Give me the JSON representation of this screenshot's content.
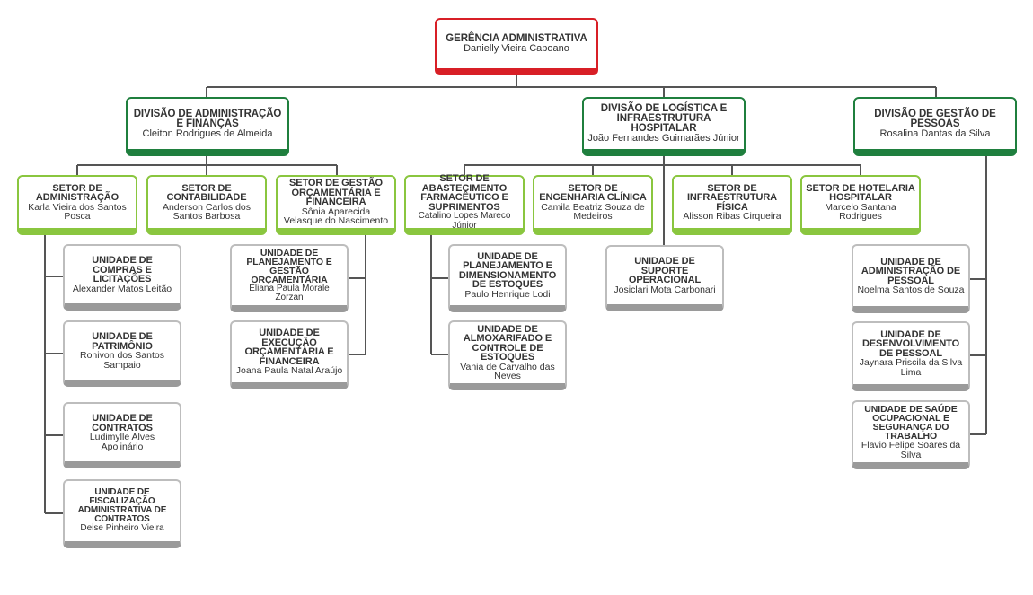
{
  "colors": {
    "gerencia": "#d81f26",
    "divisao": "#1f7f3e",
    "setor": "#8ac63f",
    "unidade": "#9a9a9a",
    "connector": "#555555"
  },
  "gerencia": {
    "title": "GERÊNCIA ADMINISTRATIVA",
    "name": "Danielly Vieira Capoano"
  },
  "div_adm": {
    "title": "DIVISÃO DE ADMINISTRAÇÃO E FINANÇAS",
    "name": "Cleiton Rodrigues de Almeida"
  },
  "div_log": {
    "title": "DIVISÃO DE LOGÍSTICA E INFRAESTRUTURA HOSPITALAR",
    "name": "João Fernandes Guimarães Júnior"
  },
  "div_gp": {
    "title": "DIVISÃO DE GESTÃO DE PESSOAS",
    "name": "Rosalina Dantas da Silva"
  },
  "set_adm": {
    "title": "SETOR DE ADMINISTRAÇÃO",
    "name": "Karla Vieira dos Santos Posca"
  },
  "set_cont": {
    "title": "SETOR DE CONTABILIDADE",
    "name": "Anderson Carlos dos Santos Barbosa"
  },
  "set_orc": {
    "title": "SETOR DE GESTÃO ORÇAMENTÁRIA E FINANCEIRA",
    "name": "Sônia Aparecida Velasque do Nascimento"
  },
  "set_abast": {
    "title": "SETOR DE ABASTECIMENTO FARMACÊUTICO E SUPRIMENTOS",
    "name": "Catalino Lopes Mareco Júnior"
  },
  "set_eng": {
    "title": "SETOR DE ENGENHARIA CLÍNICA",
    "name": "Camila Beatriz Souza de Medeiros"
  },
  "set_infra": {
    "title": "SETOR DE INFRAESTRUTURA FÍSICA",
    "name": "Alisson Ribas Cirqueira"
  },
  "set_hot": {
    "title": "SETOR DE HOTELARIA HOSPITALAR",
    "name": "Marcelo Santana Rodrigues"
  },
  "u_compras": {
    "title": "UNIDADE DE COMPRAS E LICITAÇÕES",
    "name": "Alexander Matos Leitão"
  },
  "u_patr": {
    "title": "UNIDADE DE PATRIMÔNIO",
    "name": "Ronivon dos Santos Sampaio"
  },
  "u_contr": {
    "title": "UNIDADE DE CONTRATOS",
    "name": "Ludimylle Alves Apolinário"
  },
  "u_fisc": {
    "title": "UNIDADE DE FISCALIZAÇÃO ADMINISTRATIVA DE CONTRATOS",
    "name": "Deise Pinheiro Vieira"
  },
  "u_plan_orc": {
    "title": "UNIDADE DE PLANEJAMENTO E GESTÃO ORÇAMENTÁRIA",
    "name": "Eliana Paula Morale Zorzan"
  },
  "u_exec": {
    "title": "UNIDADE DE EXECUÇÃO ORÇAMENTÁRIA E FINANCEIRA",
    "name": "Joana Paula Natal Araújo"
  },
  "u_plan_dim": {
    "title": "UNIDADE DE PLANEJAMENTO E DIMENSIONAMENTO DE ESTOQUES",
    "name": "Paulo Henrique Lodi"
  },
  "u_almox": {
    "title": "UNIDADE DE ALMOXARIFADO E CONTROLE DE ESTOQUES",
    "name": "Vania de Carvalho das Neves"
  },
  "u_suporte": {
    "title": "UNIDADE DE SUPORTE OPERACIONAL",
    "name": "Josiclari Mota Carbonari"
  },
  "u_adm_pes": {
    "title": "UNIDADE DE ADMINISTRAÇÃO DE PESSOAL",
    "name": "Noelma Santos de Souza"
  },
  "u_desenv": {
    "title": "UNIDADE DE DESENVOLVIMENTO DE PESSOAL",
    "name": "Jaynara Priscila da Silva Lima"
  },
  "u_saude": {
    "title": "UNIDADE DE SAÚDE OCUPACIONAL E SEGURANÇA DO TRABALHO",
    "name": "Flavio Felipe Soares da Silva"
  }
}
